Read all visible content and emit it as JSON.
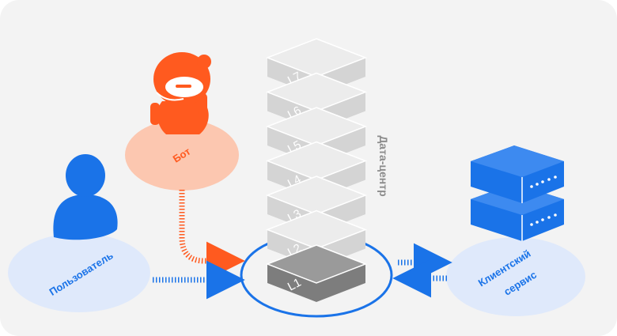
{
  "nodes": {
    "user": {
      "label": "Пользователь"
    },
    "bot": {
      "label": "Бот"
    },
    "client": {
      "label_line1": "Клиентский",
      "label_line2": "сервис"
    }
  },
  "datacenter": {
    "label": "Дата-центр",
    "layers": [
      "L1",
      "L2",
      "L3",
      "L4",
      "L5",
      "L6",
      "L7"
    ]
  },
  "colors": {
    "background": "#f3f3f3",
    "blue": "#1a73e8",
    "blue_light": "#dfe9fb",
    "orange": "#ff5a1f",
    "peach": "#fcc7b0",
    "layer_gray": "#e5e5e5",
    "layer_dark": "#8c8c8c"
  }
}
